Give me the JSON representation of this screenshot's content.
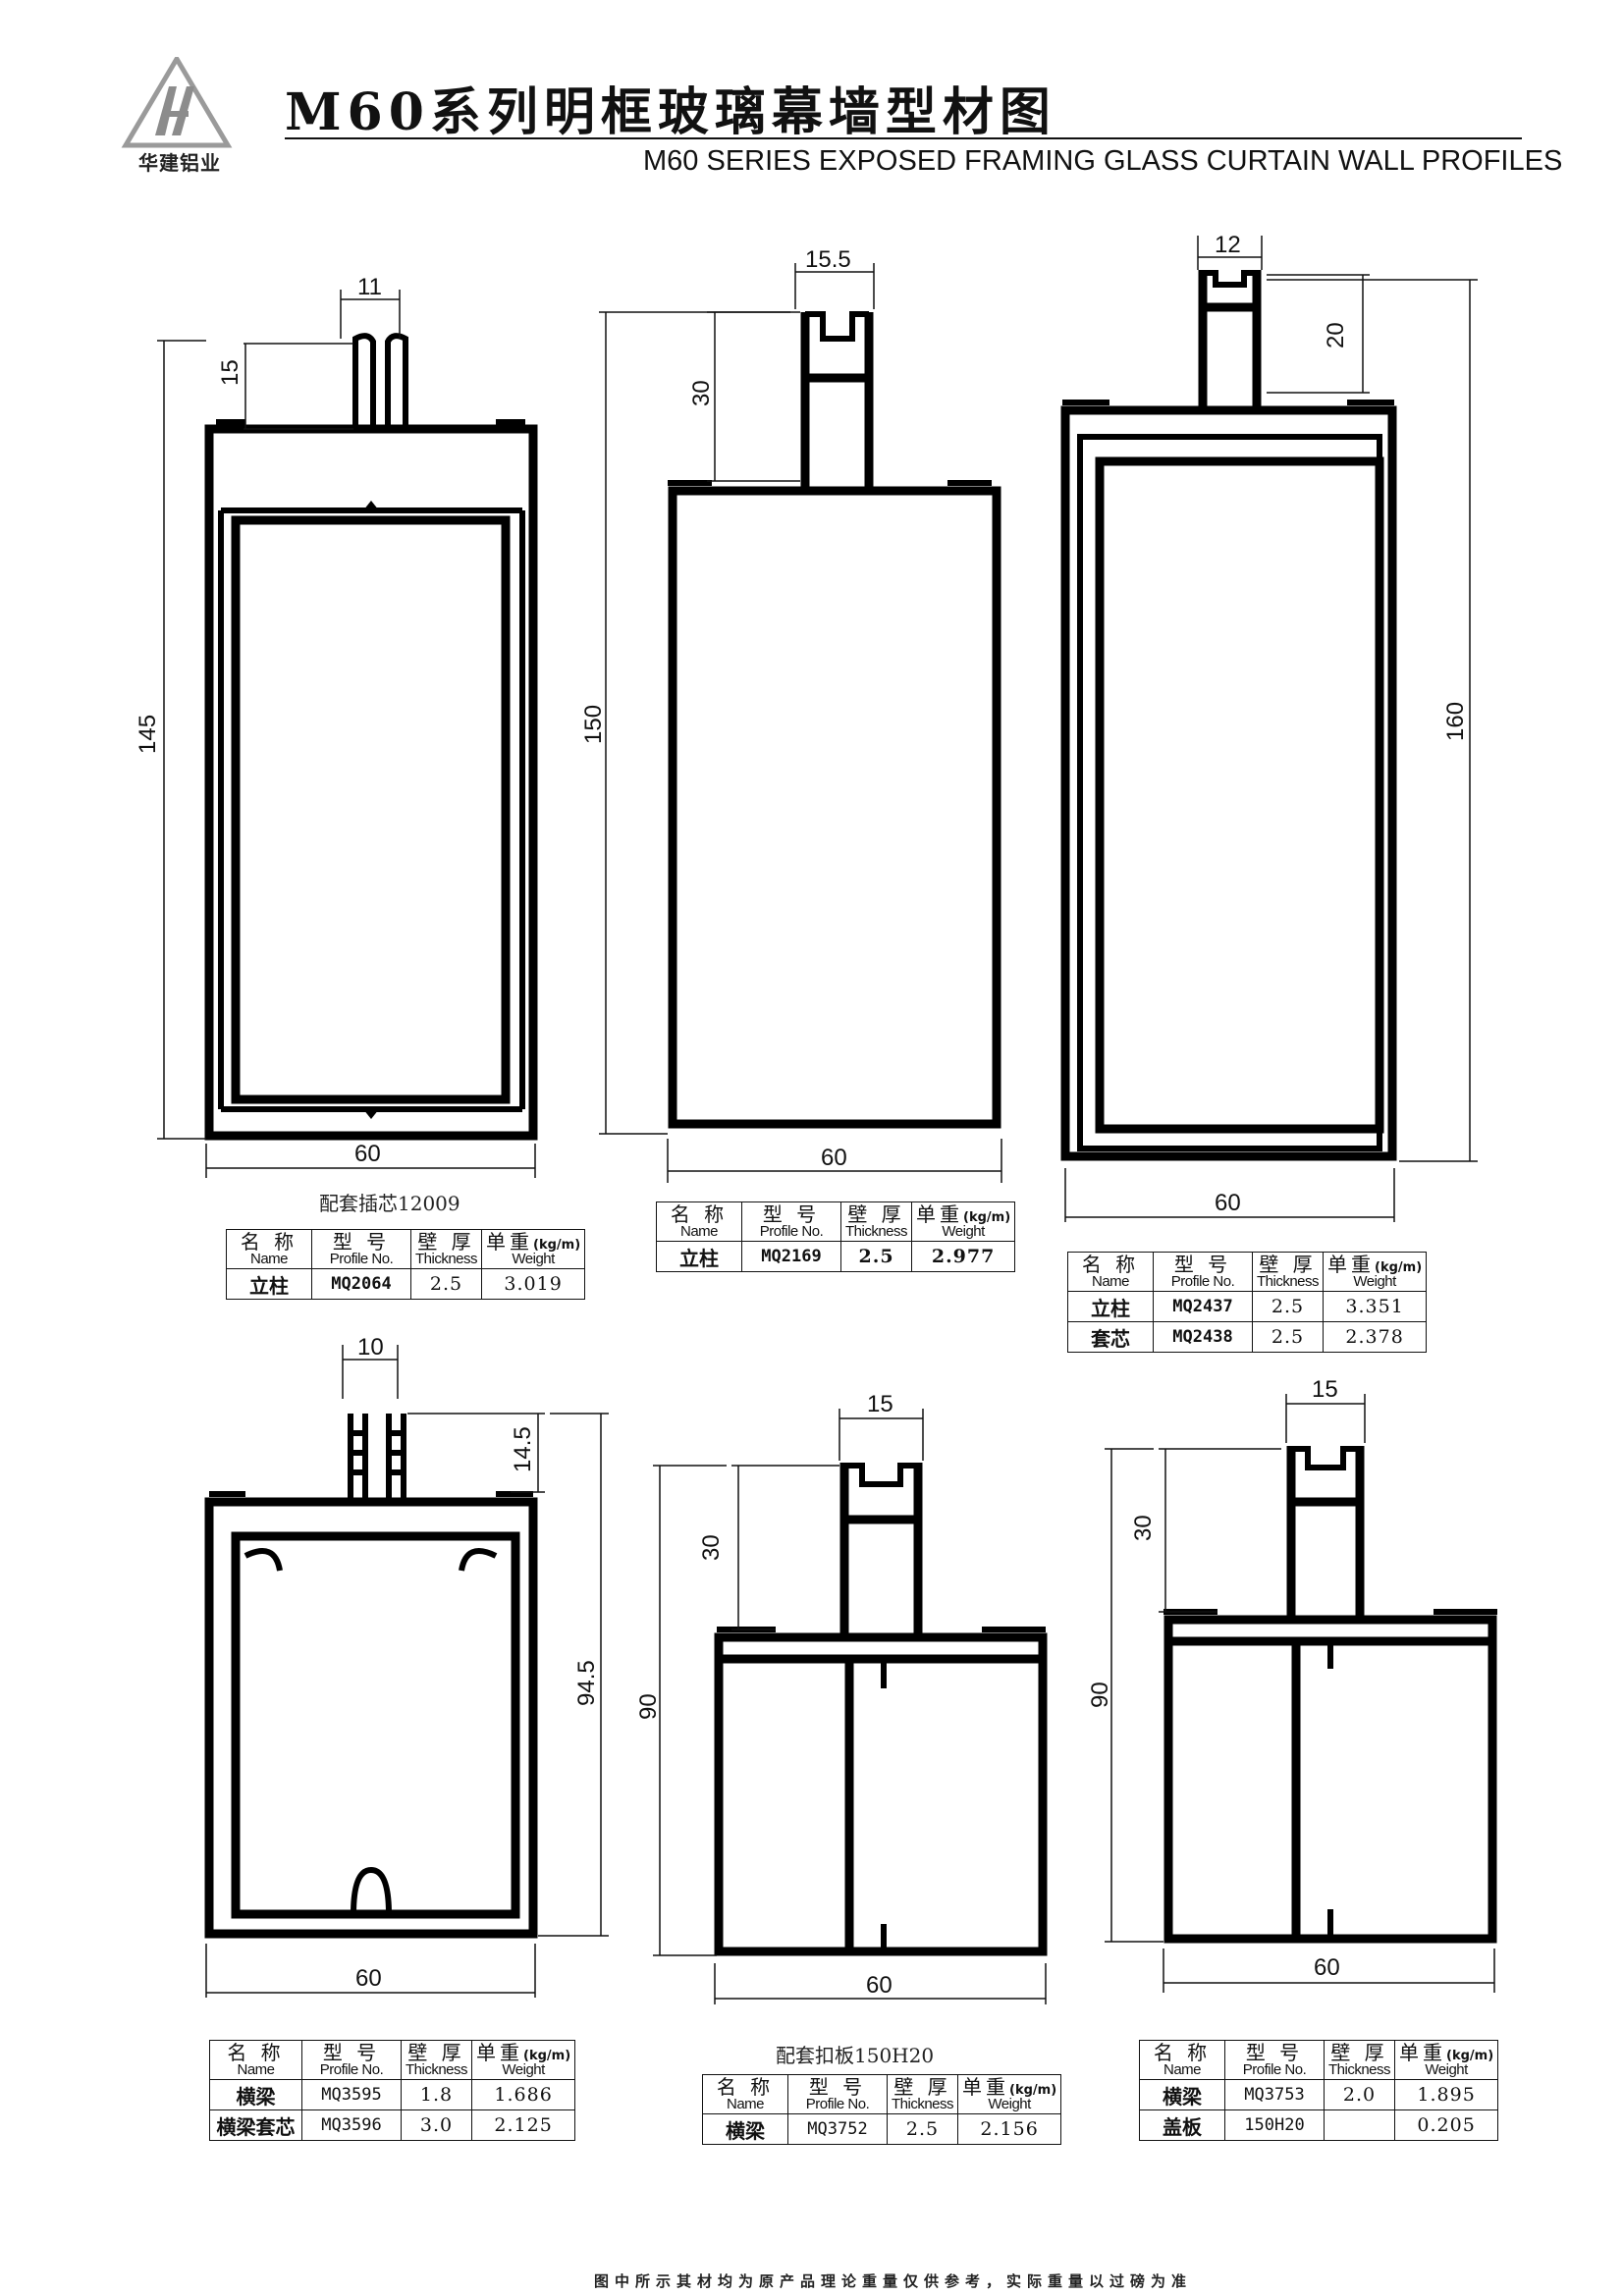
{
  "header": {
    "logo_text": "华建铝业",
    "title_cn": "M60系列明框玻璃幕墙型材图",
    "title_en": "M60 SERIES EXPOSED FRAMING GLASS CURTAIN WALL PROFILES"
  },
  "columns": {
    "name_cn": "名 称",
    "name_en": "Name",
    "pn_cn": "型 号",
    "pn_en": "Profile No.",
    "thk_cn": "壁 厚",
    "thk_en": "Thickness",
    "wt_cn": "单重",
    "wt_unit": "(kg/m)",
    "wt_en": "Weight"
  },
  "profiles": [
    {
      "dims": {
        "top": "11",
        "topdepth": "15",
        "height": "145",
        "width": "60"
      },
      "note": "配套插芯12009",
      "rows": [
        {
          "name": "立柱",
          "pn": "MQ2064",
          "thk": "2.5",
          "wt": "3.019"
        }
      ]
    },
    {
      "dims": {
        "top": "15.5",
        "topdepth": "30",
        "height": "150",
        "width": "60"
      },
      "rows": [
        {
          "name": "立柱",
          "pn": "MQ2169",
          "thk": "2.5",
          "wt": "2.977"
        }
      ]
    },
    {
      "dims": {
        "top": "12",
        "topdepth": "20",
        "height": "160",
        "width": "60"
      },
      "rows": [
        {
          "name": "立柱",
          "pn": "MQ2437",
          "thk": "2.5",
          "wt": "3.351"
        },
        {
          "name": "套芯",
          "pn": "MQ2438",
          "thk": "2.5",
          "wt": "2.378"
        }
      ]
    },
    {
      "dims": {
        "top": "10",
        "topdepth": "14.5",
        "height": "94.5",
        "width": "60"
      },
      "rows": [
        {
          "name": "横梁",
          "pn": "MQ3595",
          "thk": "1.8",
          "wt": "1.686"
        },
        {
          "name": "横梁套芯",
          "pn": "MQ3596",
          "thk": "3.0",
          "wt": "2.125"
        }
      ]
    },
    {
      "dims": {
        "top": "15",
        "topdepth": "30",
        "height": "90",
        "width": "60"
      },
      "note": "配套扣板150H20",
      "rows": [
        {
          "name": "横梁",
          "pn": "MQ3752",
          "thk": "2.5",
          "wt": "2.156"
        }
      ]
    },
    {
      "dims": {
        "top": "15",
        "topdepth": "30",
        "height": "90",
        "width": "60"
      },
      "rows": [
        {
          "name": "横梁",
          "pn": "MQ3753",
          "thk": "2.0",
          "wt": "1.895"
        },
        {
          "name": "盖板",
          "pn": "150H20",
          "thk": "",
          "wt": "0.205"
        }
      ]
    }
  ],
  "footer": "图中所示其材均为原产品理论重量仅供参考，实际重量以过磅为准"
}
